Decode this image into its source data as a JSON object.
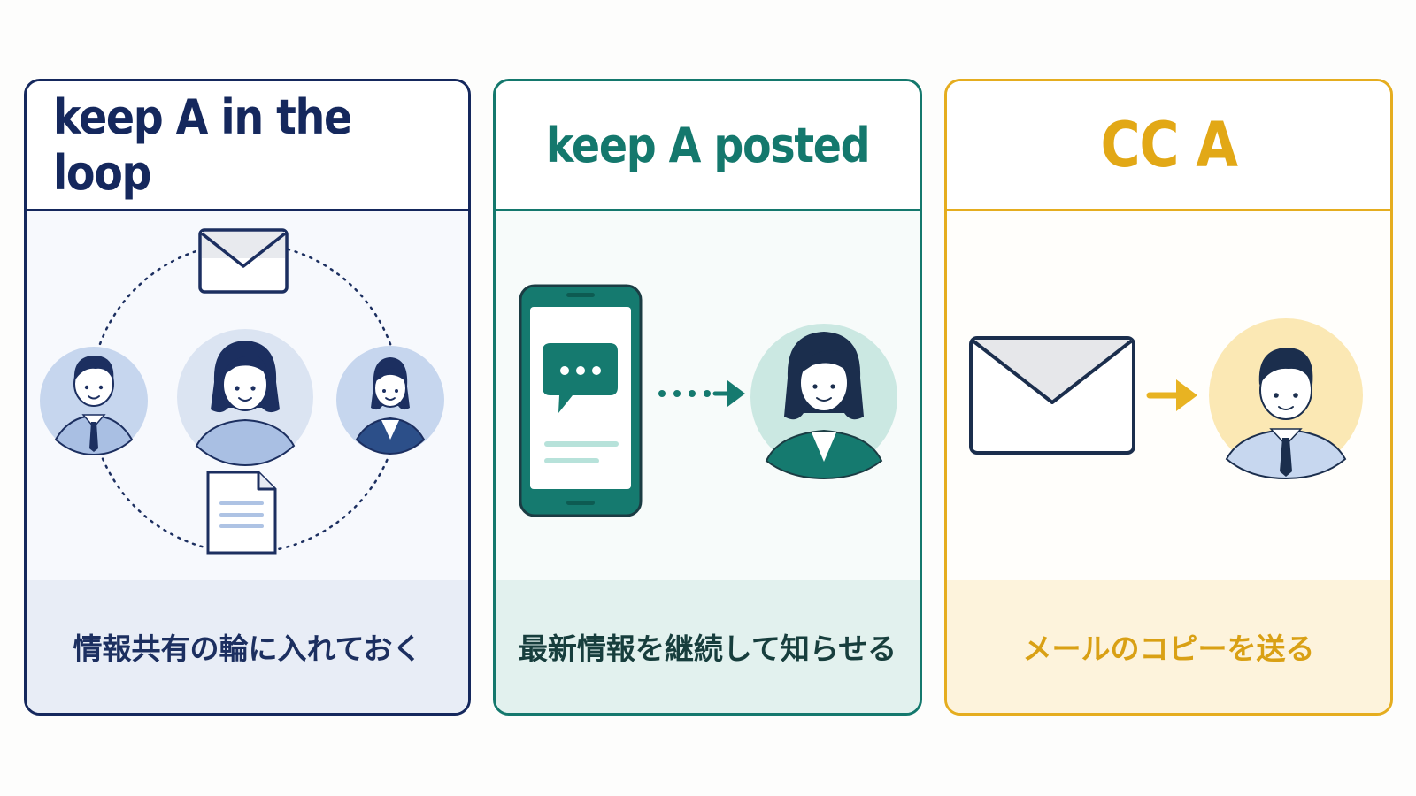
{
  "panels": [
    {
      "title": "keep A in the loop",
      "caption": "情報共有の輪に入れておく",
      "accent": "#15285d",
      "icons": [
        "envelope-icon",
        "document-icon",
        "person-icon",
        "person-icon",
        "person-icon"
      ]
    },
    {
      "title": "keep A posted",
      "caption": "最新情報を継続して知らせる",
      "accent": "#14786d",
      "icons": [
        "smartphone-icon",
        "chat-bubble-icon",
        "dotted-arrow-icon",
        "person-icon"
      ]
    },
    {
      "title": "CC A",
      "caption": "メールのコピーを送る",
      "accent": "#e5ad1f",
      "icons": [
        "envelope-icon",
        "arrow-right-icon",
        "person-icon"
      ]
    }
  ]
}
